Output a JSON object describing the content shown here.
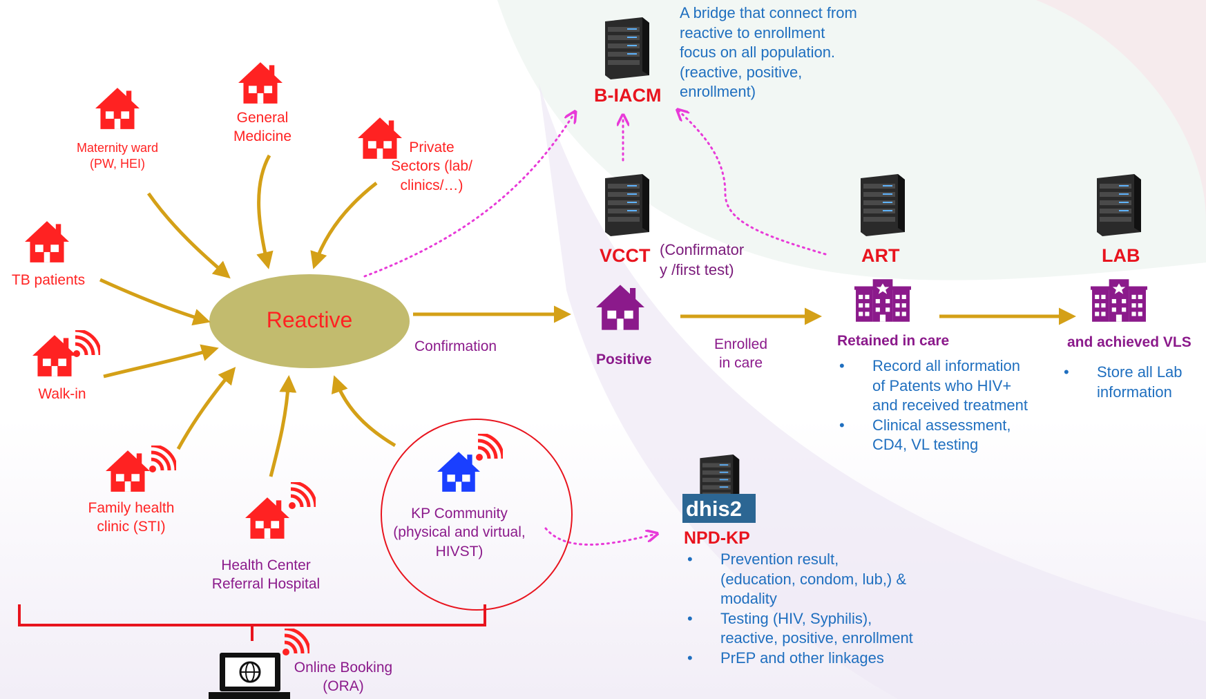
{
  "sources": {
    "general_medicine": "General\nMedicine",
    "maternity": "Maternity ward\n(PW, HEI)",
    "private": "Private\nSectors (lab/\nclinics/…)",
    "tb": "TB patients",
    "walk_in": "Walk-in",
    "family_health": "Family health\nclinic (STI)",
    "health_center": "Health Center\nReferral Hospital",
    "kp_community": "KP Community\n(physical and virtual,\nHIVST)",
    "online_booking": "Online Booking\n(ORA)"
  },
  "center": {
    "label": "Reactive"
  },
  "flow": {
    "confirmation": "Confirmation",
    "enrolled": "Enrolled\nin care"
  },
  "systems": {
    "biacm": {
      "name": "B-IACM",
      "note": "A bridge that connect from\nreactive to enrollment\nfocus on all population.\n(reactive, positive,\nenrollment)"
    },
    "vcct": {
      "name": "VCCT",
      "note": "(Confirmator\ny /first test)",
      "status": "Positive"
    },
    "art": {
      "name": "ART",
      "status": "Retained in care",
      "bullets": [
        "Record all information of Patents who HIV+ and received treatment",
        "Clinical assessment, CD4, VL testing"
      ]
    },
    "lab": {
      "name": "LAB",
      "status": "and achieved VLS",
      "bullets": [
        "Store all Lab information"
      ]
    },
    "npd": {
      "logo": "dhis2",
      "name": "NPD-KP",
      "bullets": [
        "Prevention result, (education, condom, lub,) & modality",
        "Testing (HIV, Syphilis), reactive, positive, enrollment",
        "PrEP and other linkages"
      ]
    }
  },
  "colors": {
    "source_red": "#ff2222",
    "arrow_gold": "#d4a017",
    "ellipse_olive": "#c2bb6e",
    "magenta_dotted": "#e83ad8",
    "purple": "#8b1a8b",
    "kp_blue": "#1a3fff",
    "note_blue": "#1f6fbf"
  },
  "icons": [
    "house-icon",
    "wifi-signal-icon",
    "server-icon",
    "hospital-icon",
    "laptop-globe-icon"
  ]
}
